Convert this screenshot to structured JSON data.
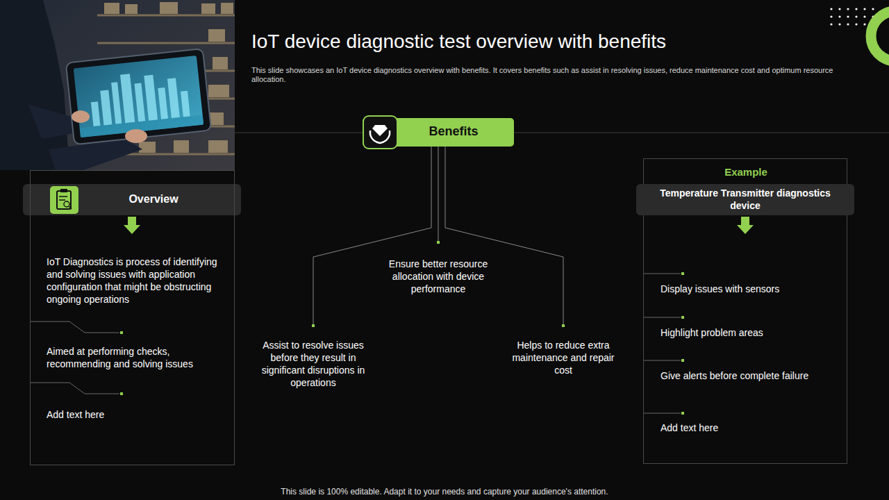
{
  "diagram": {
    "title": "IoT device diagnostic test overview with benefits",
    "caption": "This slide is 100% editable. Adapt it to your needs and capture your audience's attention.",
    "nodes": [
      {
        "text": [
          "Overview"
        ]
      },
      {
        "text": [
          "IoT Diagnostics is process of identifying and solving issues with application configuration that might be obstructing ongoing operations",
          "Aimed at performing checks, recommending and solving issues",
          "Add text here"
        ]
      },
      {
        "text": [
          "Benefits"
        ]
      },
      {
        "text": [
          "Ensure better resource allocation with device performance"
        ]
      },
      {
        "text": [
          "Assist to resolve issues before they result in significant disruptions in operations"
        ]
      },
      {
        "text": [
          "Helps to reduce extra maintenance and repair cost"
        ]
      },
      {
        "text": [
          "Example",
          "Display issues with sensors",
          "Highlight problem areas",
          "Give alerts before complete failure",
          "Add text here"
        ]
      },
      {
        "text": [
          "Temperature Transmitter diagnostics device"
        ]
      }
    ],
    "edges": [
      {
        "from": 2,
        "to": 3,
        "arrow": "none"
      },
      {
        "from": 2,
        "to": 4,
        "arrow": "none"
      },
      {
        "from": 2,
        "to": 5,
        "arrow": "none"
      }
    ],
    "labels": [
      "This slide showcases an IoT device diagnostics overview with benefits. It covers benefits such as assist in resolving issues, reduce maintenance cost and optimum resource allocation."
    ]
  }
}
